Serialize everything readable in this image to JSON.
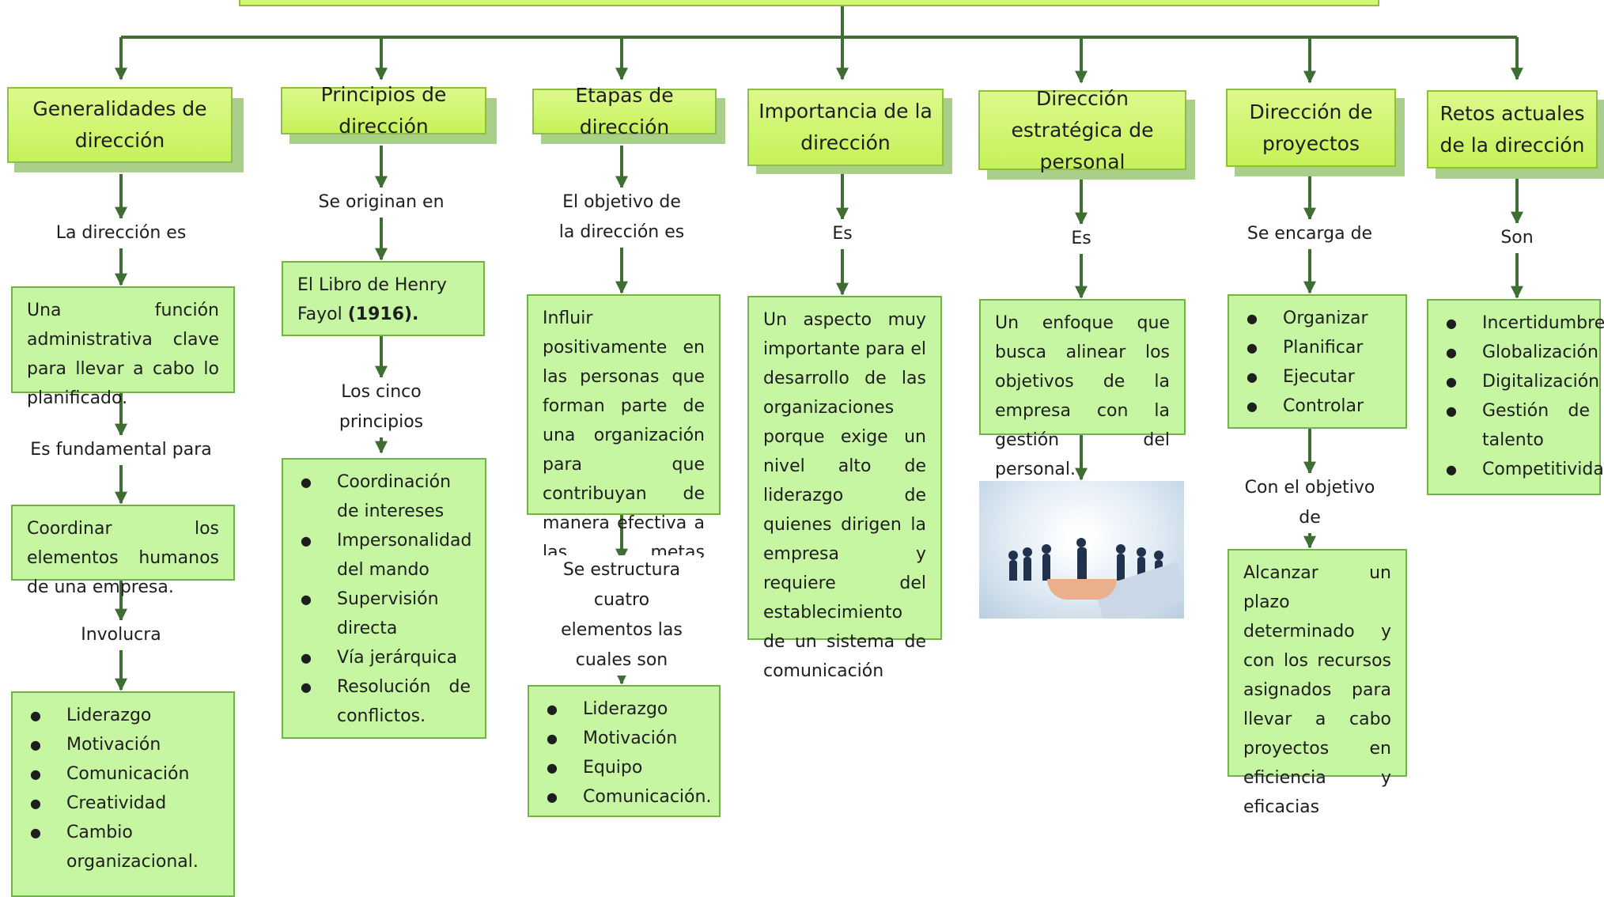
{
  "columns": [
    {
      "header": "Generalidades de dirección",
      "boxes": [
        {
          "connector": "La dirección es",
          "text": "Una función administrativa clave para llevar a cabo lo planificado."
        },
        {
          "connector": "Es fundamental para",
          "text": "Coordinar los elementos humanos de una empresa."
        },
        {
          "connector": "Involucra",
          "items": [
            "Liderazgo",
            "Motivación",
            "Comunicación",
            "Creatividad",
            "Cambio organizacional."
          ]
        }
      ]
    },
    {
      "header": "Principios de dirección",
      "boxes": [
        {
          "connector": "Se originan en",
          "text": "El Libro de Henry Fayol",
          "text_bold": "(1916)."
        },
        {
          "connector": "Los cinco principios",
          "items": [
            "Coordinación de intereses",
            "Impersonalidad del mando",
            "Supervisión directa",
            "Vía jerárquica",
            "Resolución de conflictos."
          ]
        }
      ]
    },
    {
      "header": "Etapas de dirección",
      "boxes": [
        {
          "connector": "El objetivo de la dirección es",
          "text": "Influir positivamente en las personas que forman parte de una organización para que contribuyan de manera efectiva a las metas grupales."
        },
        {
          "connector": "Se estructura cuatro elementos las cuales son",
          "items": [
            "Liderazgo",
            "Motivación",
            "Equipo",
            "Comunicación."
          ]
        }
      ]
    },
    {
      "header": "Importancia de la dirección",
      "boxes": [
        {
          "connector": "Es",
          "text": "Un aspecto muy importante para el desarrollo de las organizaciones porque exige un nivel alto de liderazgo de quienes dirigen la empresa y requiere del establecimiento de un sistema de comunicación"
        }
      ]
    },
    {
      "header": "Dirección estratégica de personal",
      "boxes": [
        {
          "connector": "Es",
          "text": "Un enfoque que busca alinear los objetivos de la empresa con la gestión del personal."
        }
      ],
      "image": "business-people-icons-on-hand"
    },
    {
      "header": "Dirección de proyectos",
      "boxes": [
        {
          "connector": "Se encarga de",
          "items": [
            "Organizar",
            "Planificar",
            "Ejecutar",
            "Controlar"
          ]
        },
        {
          "connector": "Con el objetivo de",
          "text": "Alcanzar un plazo determinado y con los recursos asignados para llevar a cabo proyectos en eficiencia y eficacias"
        }
      ]
    },
    {
      "header": "Retos actuales de la dirección",
      "boxes": [
        {
          "connector": "Son",
          "items": [
            "Incertidumbre",
            "Globalización",
            "Digitalización",
            "Gestión de talento",
            "Competitividad"
          ]
        }
      ]
    }
  ],
  "colors": {
    "line": "#3e6e31",
    "header_fill": "#d2f774",
    "header_border": "#8fbf3e",
    "box_fill": "#c7f6a2",
    "box_border": "#72b24c",
    "shadow": "#a9cf8a"
  }
}
